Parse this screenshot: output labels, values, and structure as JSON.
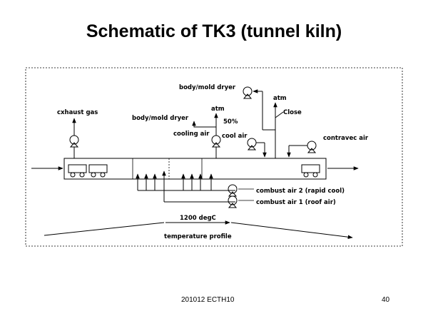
{
  "slide": {
    "title": "Schematic of TK3 (tunnel kiln)",
    "footer_left": "201012 ECTH10",
    "page_number": "40"
  },
  "labels": {
    "exhaust_gas": "cxhaust gas",
    "dryer_top": "body/mold dryer",
    "dryer_mid": "body/mold dryer",
    "atm_right": "atm",
    "atm_mid": "atm",
    "close": "Close",
    "percent": "50%",
    "cooling_air": "cooling air",
    "cool_air": "cool air",
    "contravec_air": "contravec air",
    "combust_air_2": "combust air 2 (rapid cool)",
    "combust_air_1": "combust air 1 (roof air)",
    "peak_temp": "1200 degC",
    "temperature_profile": "temperature profile"
  }
}
